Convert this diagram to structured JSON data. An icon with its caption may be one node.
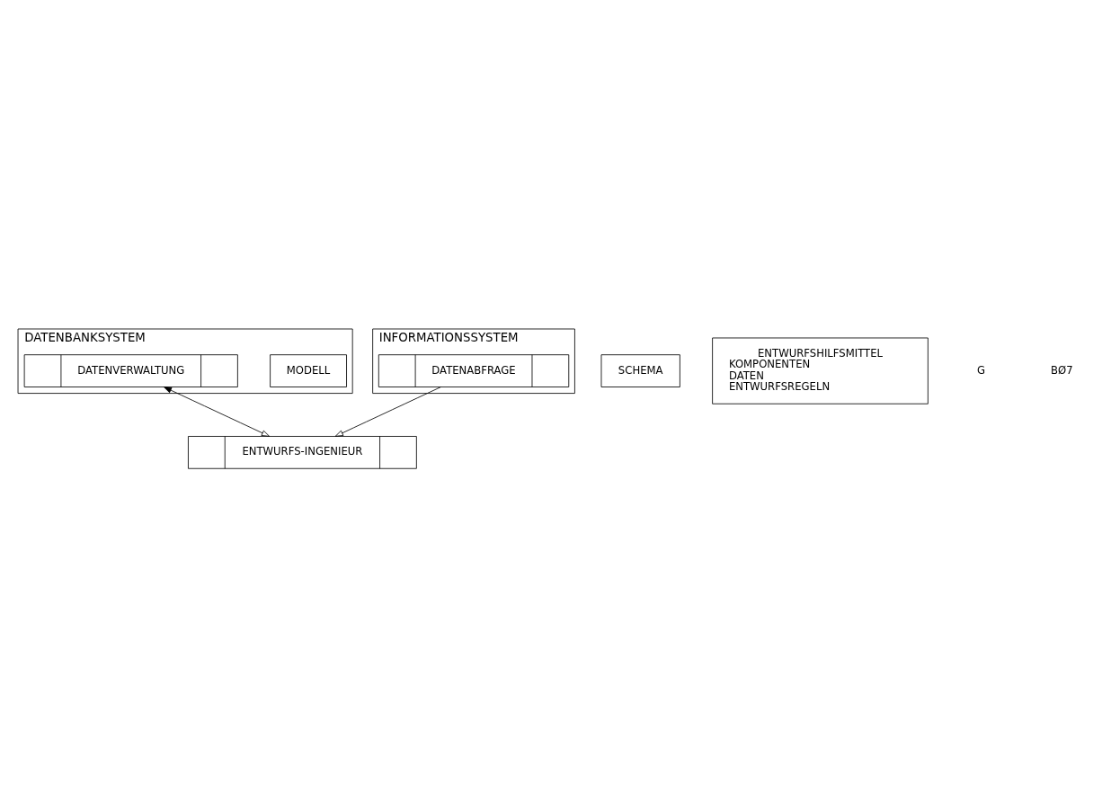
{
  "diagram": {
    "nodes": [
      {
        "text": [
          "DATENBANKSYSTEM"
        ]
      },
      {
        "text": [
          "MODELL"
        ],
        "in": 0
      },
      {
        "text": [
          "SCHEMA"
        ]
      },
      {
        "text": [
          "INFORMATIONSSYSTEM"
        ]
      },
      {
        "text": [
          "ENTWURFSHILFSMITTEL",
          "KOMPONENTEN",
          "DATEN",
          "ENTWURFSREGELN"
        ]
      },
      {
        "text": [
          "DATENVERWALTUNG"
        ],
        "in": 0
      },
      {
        "text": [
          "DATENABFRAGE"
        ],
        "in": 3
      },
      {
        "text": [
          "ENTWURFS-INGENIEUR"
        ]
      }
    ],
    "edges": [
      {
        "from": 5,
        "to": 7,
        "arrow": "both"
      },
      {
        "from": 6,
        "to": 7,
        "arrow": "to"
      }
    ],
    "labels": [
      "G",
      "BØ7"
    ]
  }
}
